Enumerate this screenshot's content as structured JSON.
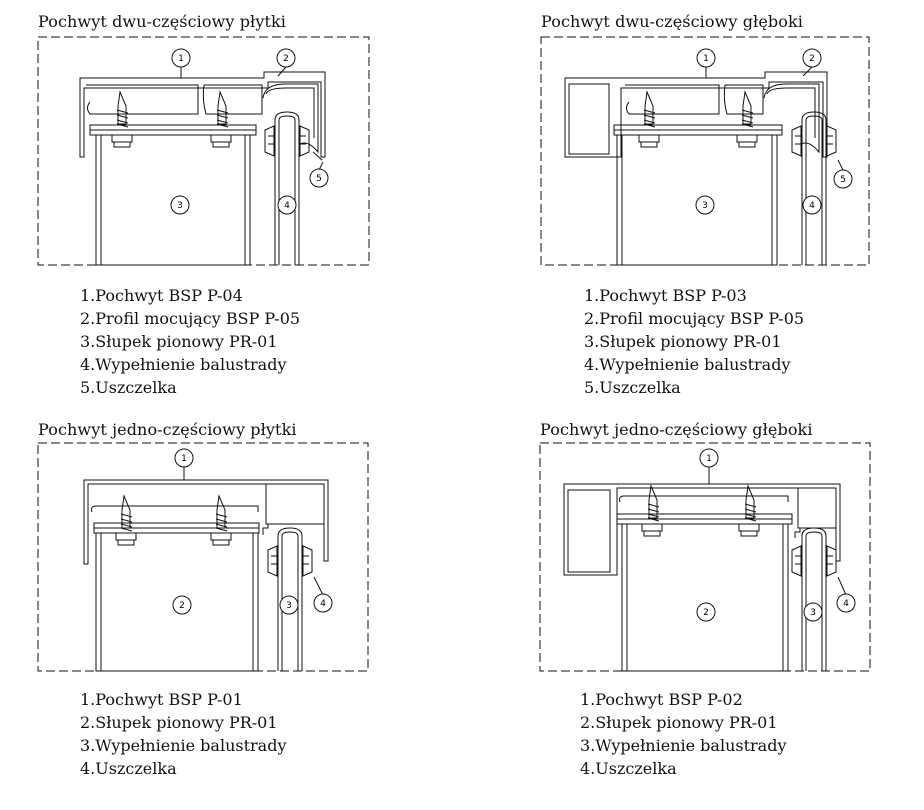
{
  "panels": [
    {
      "title": "Pochwyt dwu-częściowy płytki",
      "legend": [
        "1.Pochwyt BSP P-04",
        "2.Profil mocujący BSP P-05",
        "3.Słupek pionowy PR-01",
        "4.Wypełnienie balustrady",
        "5.Uszczelka"
      ],
      "callouts": [
        "1",
        "2",
        "3",
        "4",
        "5"
      ]
    },
    {
      "title": "Pochwyt dwu-częściowy głęboki",
      "legend": [
        "1.Pochwyt BSP P-03",
        "2.Profil mocujący BSP P-05",
        "3.Słupek pionowy PR-01",
        "4.Wypełnienie balustrady",
        "5.Uszczelka"
      ],
      "callouts": [
        "1",
        "2",
        "3",
        "4",
        "5"
      ]
    },
    {
      "title": "Pochwyt jedno-częściowy płytki",
      "legend": [
        "1.Pochwyt BSP P-01",
        "2.Słupek pionowy PR-01",
        "3.Wypełnienie balustrady",
        "4.Uszczelka"
      ],
      "callouts": [
        "1",
        "2",
        "3",
        "4"
      ]
    },
    {
      "title": "Pochwyt jedno-częściowy głęboki",
      "legend": [
        "1.Pochwyt BSP P-02",
        "2.Słupek pionowy PR-01",
        "3.Wypełnienie balustrady",
        "4.Uszczelka"
      ],
      "callouts": [
        "1",
        "2",
        "3",
        "4"
      ]
    }
  ]
}
